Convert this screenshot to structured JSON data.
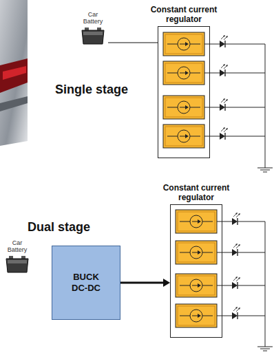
{
  "diagram": {
    "nodes": [
      {
        "text": [
          "Car Battery"
        ]
      },
      {
        "text": [
          "Constant current regulator"
        ]
      },
      {
        "text": [
          "Car Battery"
        ]
      },
      {
        "text": [
          "BUCK DC-DC"
        ]
      },
      {
        "text": [
          "Constant current regulator"
        ]
      }
    ],
    "edges": [
      {
        "from": 0,
        "to": 1,
        "arrow": "none"
      },
      {
        "from": 3,
        "to": 4,
        "arrow": "to"
      }
    ],
    "labels": [
      "Single stage",
      "Dual stage"
    ]
  }
}
